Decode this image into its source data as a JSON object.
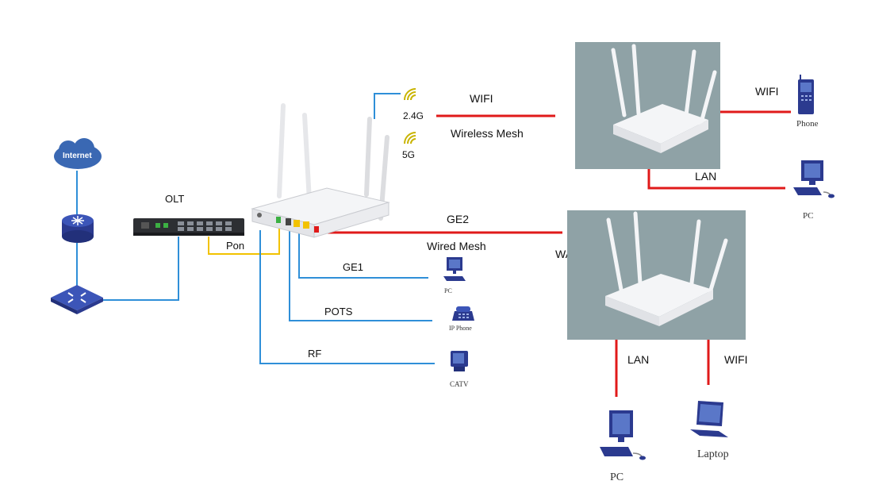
{
  "internet_label": "Internet",
  "olt_label": "OLT",
  "pon_label": "Pon",
  "wifi_label": "WIFI",
  "wireless_mesh_label": "Wireless Mesh",
  "band_24_label": "2.4G",
  "band_5_label": "5G",
  "ge2_label": "GE2",
  "wired_mesh_label": "Wired Mesh",
  "wan_label": "WAN",
  "ge1_label": "GE1",
  "pots_label": "POTS",
  "rf_label": "RF",
  "pc_small_label": "PC",
  "ip_phone_label": "IP Phone",
  "catv_label": "CATV",
  "mesh_top": {
    "wifi_label": "WIFI",
    "lan_label": "LAN",
    "phone_label": "Phone",
    "pc_label": "PC"
  },
  "mesh_bottom": {
    "lan_label": "LAN",
    "wifi_label": "WIFI",
    "pc_label": "PC",
    "laptop_label": "Laptop"
  },
  "colors": {
    "blue_link": "#2f8fd8",
    "red_link": "#e01a1a",
    "yellow_link": "#f2c200",
    "device_navy": "#2b3a8f",
    "panel_gray": "#8fa2a6"
  }
}
